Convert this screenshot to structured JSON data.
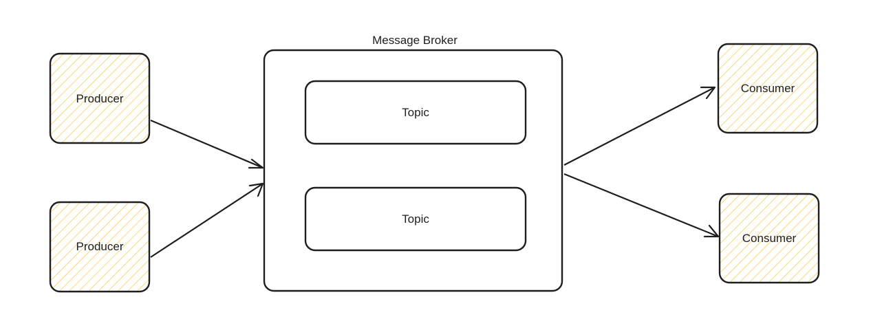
{
  "colors": {
    "stroke": "#1e1e1e",
    "hatch": "#f5d97a",
    "background": "#ffffff"
  },
  "broker": {
    "title": "Message Broker",
    "topics": [
      {
        "label": "Topic"
      },
      {
        "label": "Topic"
      }
    ]
  },
  "producers": [
    {
      "label": "Producer"
    },
    {
      "label": "Producer"
    }
  ],
  "consumers": [
    {
      "label": "Consumer"
    },
    {
      "label": "Consumer"
    }
  ]
}
